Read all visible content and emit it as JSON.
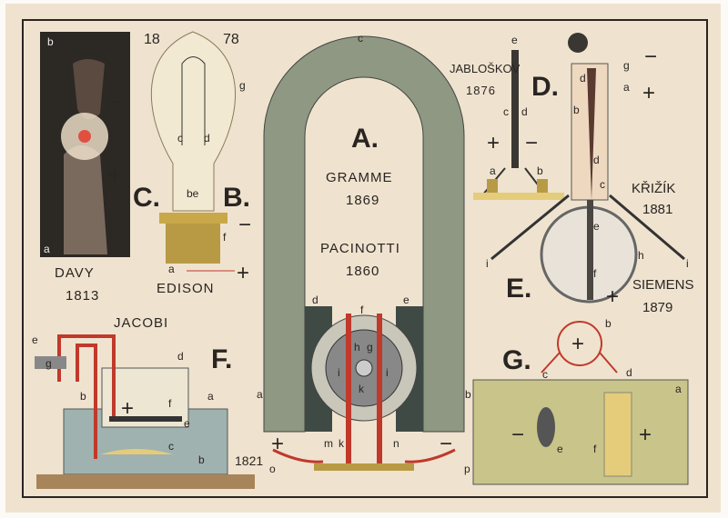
{
  "poster": {
    "colors": {
      "paper": "#efe3cf",
      "magnet": "#8e9882",
      "wire": "#c0392b",
      "liquid": "#c9c48a",
      "water": "#9fb2b0"
    },
    "A": {
      "letter": "A.",
      "line1": "GRAMME",
      "line2": "1869",
      "line3": "PACINOTTI",
      "line4": "1860",
      "labels": [
        "c",
        "d",
        "e",
        "f",
        "h",
        "g",
        "i",
        "i",
        "k",
        "a",
        "b",
        "m",
        "k",
        "n",
        "o",
        "p"
      ],
      "plus": "+",
      "minus": "−"
    },
    "B": {
      "letter": "B.",
      "year_left": "18",
      "year_right": "78",
      "name": "EDISON",
      "labels": [
        "g",
        "c",
        "d",
        "be",
        "f",
        "a"
      ],
      "plus": "+",
      "minus": "−"
    },
    "C": {
      "letter": "C.",
      "name": "DAVY",
      "year": "1813",
      "labels": [
        "b",
        "a"
      ],
      "plus": "+",
      "minus": "−"
    },
    "D": {
      "letter": "D.",
      "name": "JABLOŠKOV",
      "year": "1876",
      "labels": [
        "e",
        "c",
        "d",
        "a",
        "b"
      ],
      "plus": "+",
      "minus": "−"
    },
    "E": {
      "letter": "E.",
      "name1": "KŘIŽÍK",
      "year1": "1881",
      "name2": "SIEMENS",
      "year2": "1879",
      "labels": [
        "g",
        "a",
        "d",
        "b",
        "d",
        "c",
        "e",
        "f",
        "h",
        "i",
        "i"
      ],
      "plus": "+",
      "minus": "−"
    },
    "F": {
      "letter": "F.",
      "name": "JACOBI",
      "year": "1821",
      "labels": [
        "e",
        "g",
        "d",
        "b",
        "f",
        "a",
        "e",
        "c",
        "b"
      ],
      "plus": "+"
    },
    "G": {
      "letter": "G.",
      "labels": [
        "b",
        "c",
        "d",
        "a",
        "e",
        "f"
      ],
      "plus": "+",
      "minus": "−"
    }
  }
}
